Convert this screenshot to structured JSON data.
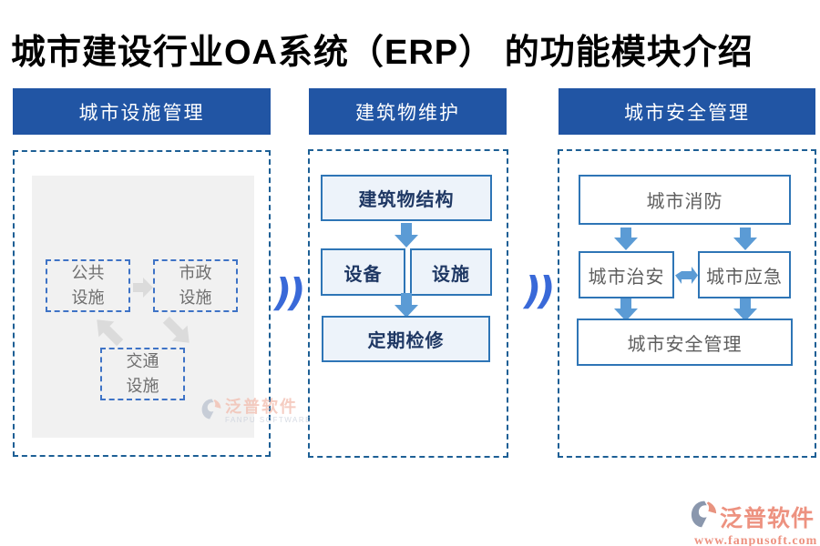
{
  "title": "城市建设行业OA系统（ERP） 的功能模块介绍",
  "separator": {
    "glyph": "))"
  },
  "columns": [
    {
      "header": "城市设施管理",
      "nodes": {
        "public": {
          "line1": "公共",
          "line2": "设施"
        },
        "municipal": {
          "line1": "市政",
          "line2": "设施"
        },
        "traffic": {
          "line1": "交通",
          "line2": "设施"
        }
      }
    },
    {
      "header": "建筑物维护",
      "nodes": {
        "structure": "建筑物结构",
        "equipment": "设备",
        "facility": "设施",
        "inspection": "定期检修"
      }
    },
    {
      "header": "城市安全管理",
      "nodes": {
        "fire": "城市消防",
        "police": "城市治安",
        "emergency": "城市应急",
        "safety": "城市安全管理"
      }
    }
  ],
  "watermark": {
    "brand": "泛普软件",
    "brand_en": "FANPU SOFTWARE"
  },
  "footer": {
    "brand": "泛普软件",
    "url": "www.fanpusoft.com"
  },
  "colors": {
    "header_bg": "#2155A4",
    "outer_dash": "#1D5F95",
    "inner_dash": "#3E73C6",
    "box_border": "#2E75B6",
    "box_fill_blue": "#EDF3FA",
    "navy_text": "#1F3864",
    "gray_text": "#5E5E5E",
    "panel_gray": "#F1F1F1",
    "gray_arrow": "#DBDBDB",
    "blue_arrow": "#5B9BD5",
    "chevron_blue": "#3969D8",
    "brand_salmon": "#ED9280"
  }
}
